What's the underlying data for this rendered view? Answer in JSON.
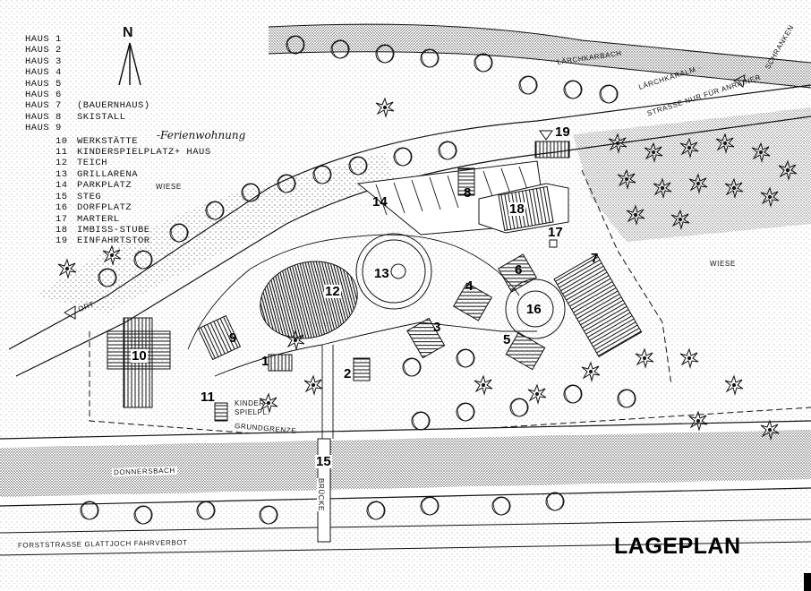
{
  "title": "LAGEPLAN",
  "north_label": "N",
  "legend": {
    "haus_items": [
      {
        "key": "HAUS",
        "num": "1",
        "desc": ""
      },
      {
        "key": "HAUS",
        "num": "2",
        "desc": ""
      },
      {
        "key": "HAUS",
        "num": "3",
        "desc": ""
      },
      {
        "key": "HAUS",
        "num": "4",
        "desc": ""
      },
      {
        "key": "HAUS",
        "num": "5",
        "desc": ""
      },
      {
        "key": "HAUS",
        "num": "6",
        "desc": ""
      },
      {
        "key": "HAUS",
        "num": "7",
        "desc": "(BAUERNHAUS)"
      },
      {
        "key": "HAUS",
        "num": "8",
        "desc": "SKISTALL"
      },
      {
        "key": "HAUS",
        "num": "9",
        "desc": ""
      }
    ],
    "other_items": [
      {
        "num": "10",
        "desc": "WERKSTÄTTE"
      },
      {
        "num": "11",
        "desc": "KINDERSPIELPLATZ+ HAUS"
      },
      {
        "num": "12",
        "desc": "TEICH"
      },
      {
        "num": "13",
        "desc": "GRILLARENA"
      },
      {
        "num": "14",
        "desc": "PARKPLATZ"
      },
      {
        "num": "15",
        "desc": "STEG"
      },
      {
        "num": "16",
        "desc": "DORFPLATZ"
      },
      {
        "num": "17",
        "desc": "MARTERL"
      },
      {
        "num": "18",
        "desc": "IMBISS-STUBE"
      },
      {
        "num": "19",
        "desc": "EINFAHRTSTOR"
      }
    ],
    "handwritten_note": "-Ferienwohnung"
  },
  "map_labels": {
    "lärchkarbach": "LÄRCHKARBACH",
    "lärchkaralm_line1": "LÄRCHKARALM -",
    "lärchkaralm_line2": "STRASSE NUR FÜR ANRAINER",
    "schranken": "SCHRANKEN",
    "wiese_left": "WIESE",
    "wiese_right": "WIESE",
    "ort": "ORT",
    "grundgrenze": "GRUNDGRENZE",
    "donnersbach": "DONNERSBACH",
    "bruecke": "BRÜCKE",
    "forststrasse": "FORSTSTRASSE  GLATTJOCH  FAHRVERBOT",
    "kinderspielpl_line1": "KINDER-",
    "kinderspielpl_line2": "SPIELPL."
  },
  "site_numbers": [
    "1",
    "2",
    "3",
    "4",
    "5",
    "6",
    "7",
    "8",
    "9",
    "10",
    "11",
    "12",
    "13",
    "14",
    "15",
    "16",
    "17",
    "18",
    "19"
  ]
}
